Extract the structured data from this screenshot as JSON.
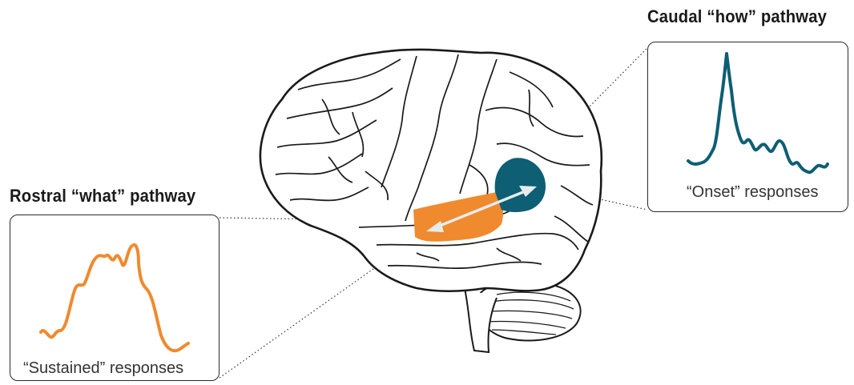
{
  "figure": {
    "rostral": {
      "title": "Rostral “what” pathway",
      "caption": "“Sustained” responses",
      "color": "#f08a2e"
    },
    "caudal": {
      "title": "Caudal “how” pathway",
      "caption": "“Onset” responses",
      "color": "#0e5e74"
    },
    "arrow_color": "#e6ecec",
    "brain_outline_color": "#1a1a1a"
  }
}
